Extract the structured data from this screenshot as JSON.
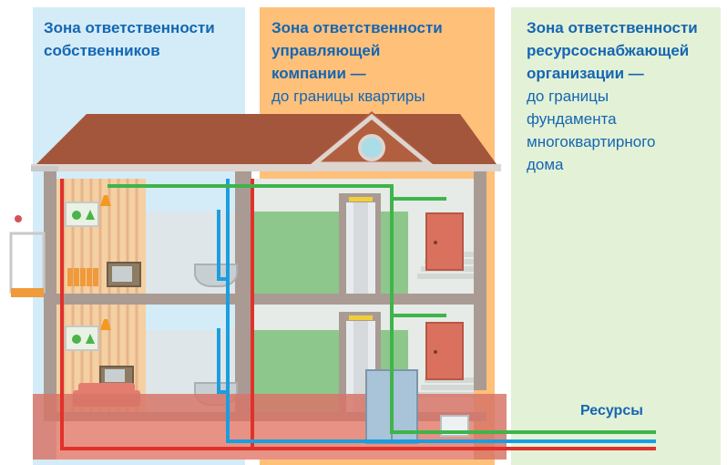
{
  "zones": {
    "owners": {
      "title_lines": [
        "Зона ответственности",
        "собственников"
      ],
      "sub_lines": [],
      "color": "#d4ecf7"
    },
    "management": {
      "title_lines": [
        "Зона ответственности",
        "управляющей",
        "компании —"
      ],
      "sub_lines": [
        "до границы квартиры"
      ],
      "color": "#ffc07a"
    },
    "resource": {
      "title_lines": [
        "Зона ответственности",
        "ресурсоснабжающей",
        "организации —"
      ],
      "sub_lines": [
        "до границы",
        "фундамента",
        "многоквартирного",
        "дома"
      ],
      "color": "#e3f1d6"
    }
  },
  "resources_label": "Ресурсы",
  "colors": {
    "text_accent": "#1466b3",
    "pipe_red": "#e0322b",
    "pipe_blue": "#1a9ee0",
    "pipe_green": "#3fb44a",
    "roof": "#a3563b",
    "wall": "#a99b94"
  }
}
